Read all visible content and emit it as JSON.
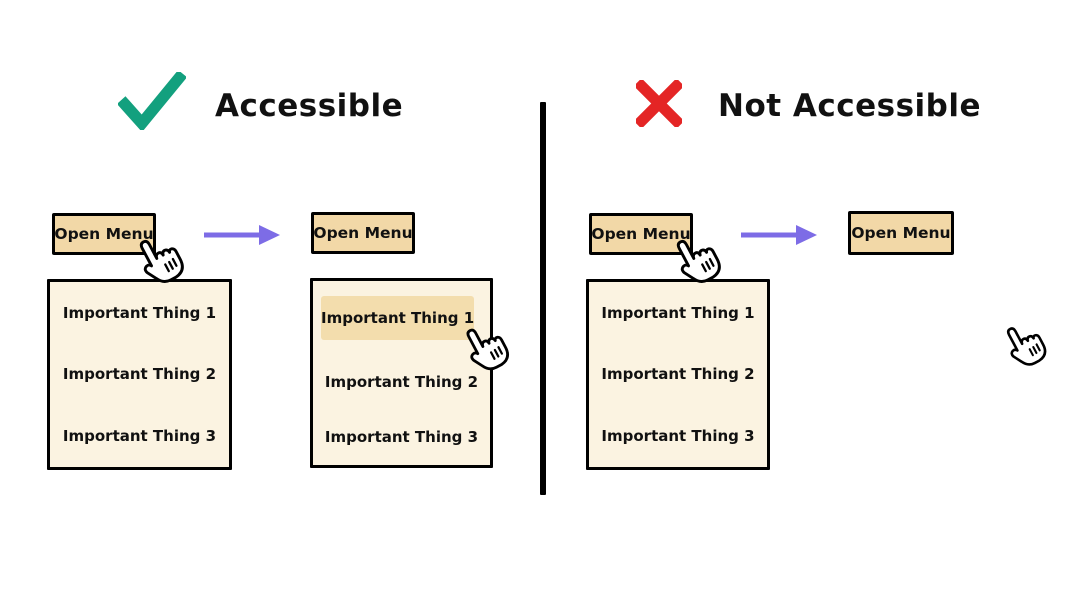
{
  "colors": {
    "background": "#ffffff",
    "check_green": "#13a07e",
    "cross_red": "#e42525",
    "arrow_purple": "#7d6ce6",
    "button_fill": "#f2d8a7",
    "menu_fill": "#fbf3e1",
    "highlight_fill": "#f3ddad",
    "outline": "#000000"
  },
  "left": {
    "title": "Accessible",
    "before": {
      "button_label": "Open Menu",
      "menu_items": [
        "Important Thing 1",
        "Important Thing 2",
        "Important Thing 3"
      ]
    },
    "after": {
      "button_label": "Open Menu",
      "menu_items": [
        "Important Thing 1",
        "Important Thing 2",
        "Important Thing 3"
      ],
      "focused_item": "Important Thing 1"
    }
  },
  "right": {
    "title": "Not Accessible",
    "before": {
      "button_label": "Open Menu",
      "menu_items": [
        "Important Thing 1",
        "Important Thing 2",
        "Important Thing 3"
      ]
    },
    "after": {
      "button_label": "Open Menu"
    }
  }
}
